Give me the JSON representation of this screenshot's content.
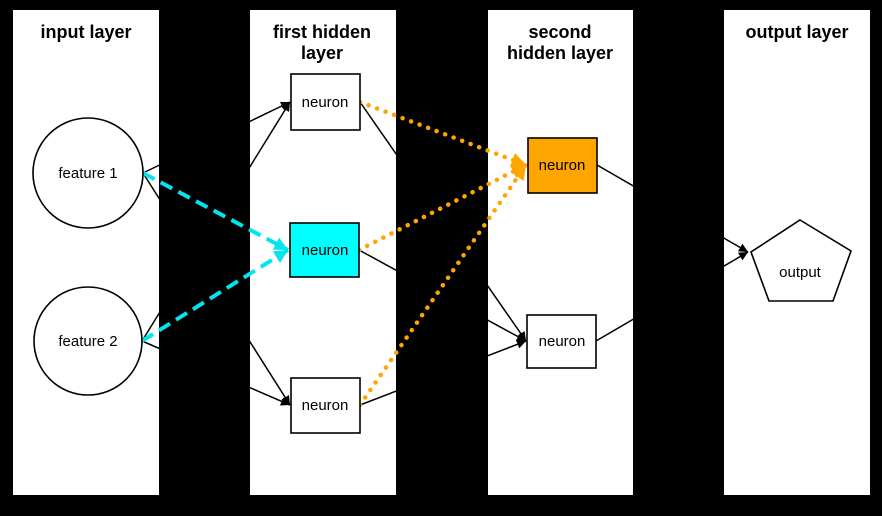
{
  "diagram": {
    "type": "neural-network",
    "layers": [
      {
        "title_line1": "input layer",
        "title_line2": ""
      },
      {
        "title_line1": "first hidden",
        "title_line2": "layer"
      },
      {
        "title_line1": "second",
        "title_line2": "hidden layer"
      },
      {
        "title_line1": "output layer",
        "title_line2": ""
      }
    ],
    "nodes": {
      "feature1": {
        "label": "feature 1",
        "shape": "circle",
        "fill": "#ffffff"
      },
      "feature2": {
        "label": "feature 2",
        "shape": "circle",
        "fill": "#ffffff"
      },
      "hidden1_top": {
        "label": "neuron",
        "shape": "rect",
        "fill": "#ffffff"
      },
      "hidden1_middle": {
        "label": "neuron",
        "shape": "rect",
        "fill": "#00ffff"
      },
      "hidden1_bottom": {
        "label": "neuron",
        "shape": "rect",
        "fill": "#ffffff"
      },
      "hidden2_top": {
        "label": "neuron",
        "shape": "rect",
        "fill": "#ffa500"
      },
      "hidden2_bottom": {
        "label": "neuron",
        "shape": "rect",
        "fill": "#ffffff"
      },
      "output": {
        "label": "output",
        "shape": "pentagon",
        "fill": "#ffffff"
      }
    },
    "colors": {
      "background": "#000000",
      "panel": "#ffffff",
      "edge": "#000000",
      "cyan_highlight": "#00e5ee",
      "orange_highlight": "#ffa500"
    },
    "edges": [
      {
        "from": "feature1",
        "to": "hidden1_top",
        "style": "solid-black"
      },
      {
        "from": "feature1",
        "to": "hidden1_middle",
        "style": "dashed-cyan"
      },
      {
        "from": "feature1",
        "to": "hidden1_bottom",
        "style": "solid-black"
      },
      {
        "from": "feature2",
        "to": "hidden1_top",
        "style": "solid-black"
      },
      {
        "from": "feature2",
        "to": "hidden1_middle",
        "style": "dashed-cyan"
      },
      {
        "from": "feature2",
        "to": "hidden1_bottom",
        "style": "solid-black"
      },
      {
        "from": "hidden1_top",
        "to": "hidden2_top",
        "style": "dotted-orange"
      },
      {
        "from": "hidden1_top",
        "to": "hidden2_bottom",
        "style": "solid-black"
      },
      {
        "from": "hidden1_middle",
        "to": "hidden2_top",
        "style": "dotted-orange"
      },
      {
        "from": "hidden1_middle",
        "to": "hidden2_bottom",
        "style": "solid-black"
      },
      {
        "from": "hidden1_bottom",
        "to": "hidden2_top",
        "style": "dotted-orange"
      },
      {
        "from": "hidden1_bottom",
        "to": "hidden2_bottom",
        "style": "solid-black"
      },
      {
        "from": "hidden2_top",
        "to": "output",
        "style": "solid-black"
      },
      {
        "from": "hidden2_bottom",
        "to": "output",
        "style": "solid-black"
      }
    ]
  }
}
